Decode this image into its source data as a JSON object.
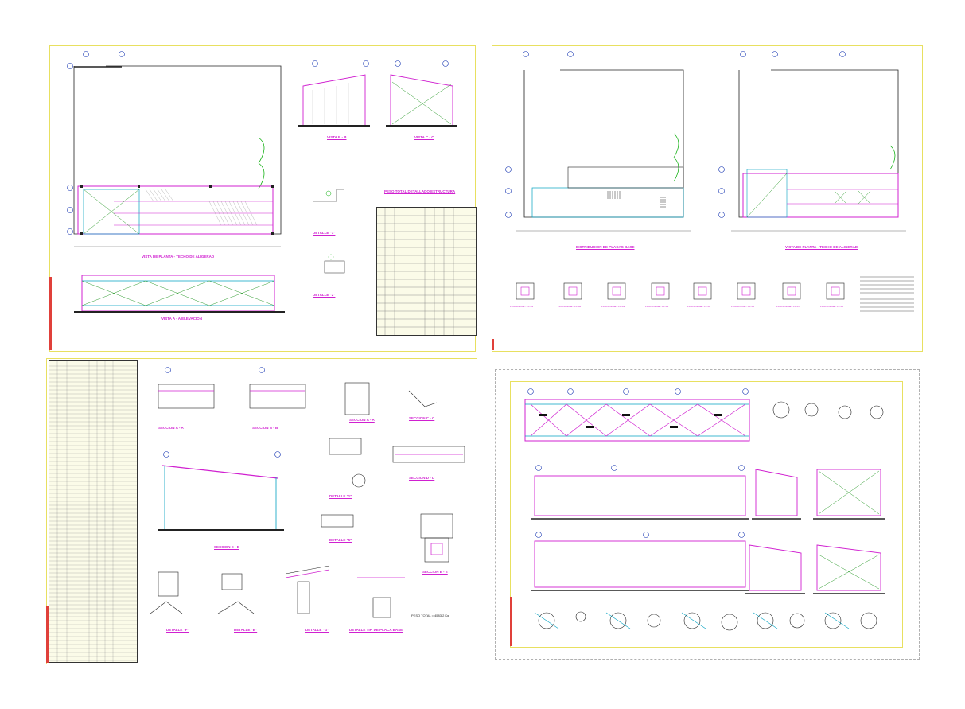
{
  "sheets": [
    {
      "id": "s1",
      "titles": {
        "plan": "VISTA DE PLANTA - TECHO DE ALIGERAD",
        "elevation": "VISTA A - A ELEVACION",
        "viewB": "VISTA B - B",
        "viewC": "VISTA C - C",
        "detail1": "DETALLE \"1\"",
        "detail2": "DETALLE \"2\"",
        "table": "PESO TOTAL DETALLADO ESTRUCTURA"
      }
    },
    {
      "id": "s2",
      "titles": {
        "base": "DISTRIBUCION DE PLACAS BASE",
        "plan": "VISTA DE PLANTA - TECHO DE ALIGERAD",
        "plates": [
          "PLACA BASE - PL-01",
          "PLACA BASE - PL-02",
          "PLACA BASE - PL-03",
          "PLACA BASE - PL-04",
          "PLACA BASE - PL-05",
          "PLACA BASE - PL-06",
          "PLACA BASE - PL-07",
          "PLACA BASE - PL-08"
        ]
      }
    },
    {
      "id": "s3",
      "titles": {
        "secA": "SECCION A - A",
        "secB": "SECCION B - B",
        "secAA": "SECCION A - A",
        "secC": "SECCION C - C",
        "secE": "SECCION E - E",
        "secD": "SECCION D - D",
        "det1": "DETALLE \"1\"",
        "det5": "DETALLE \"5\"",
        "detF": "DETALLE \"F\"",
        "detB": "DETALLE \"B\"",
        "detG": "DETALLE \"G\"",
        "detPlaca": "DETALLE TIP. DE PLACA BASE",
        "secEE": "SECCION E - E",
        "peso": "PESO TOTAL = 4583.2 Kg"
      }
    },
    {
      "id": "s4",
      "titles": {}
    }
  ]
}
